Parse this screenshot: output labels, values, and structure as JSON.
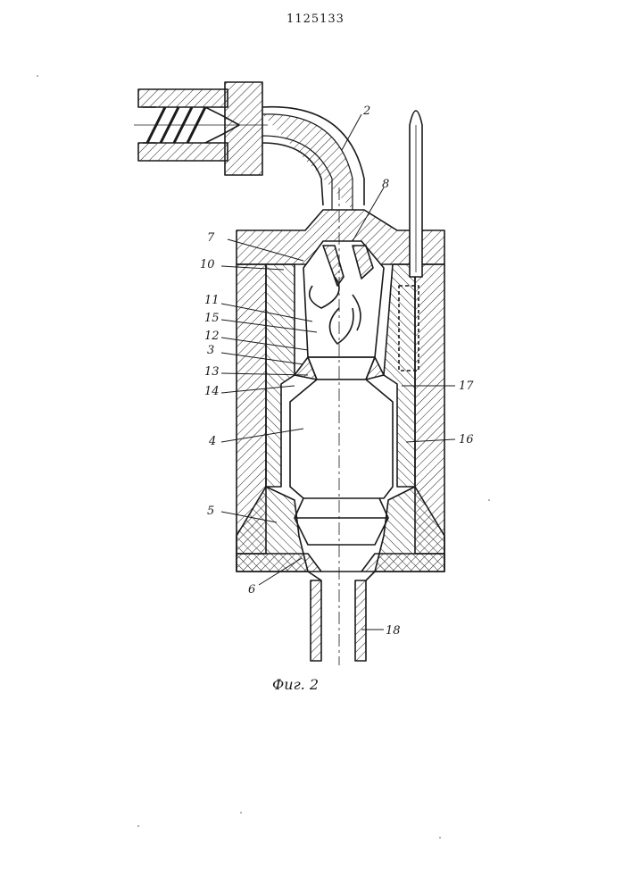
{
  "document": {
    "patent_number": "1125133",
    "figure_caption": "Фиг. 2"
  },
  "callouts": [
    {
      "id": "2",
      "label": "2"
    },
    {
      "id": "7",
      "label": "7"
    },
    {
      "id": "8",
      "label": "8"
    },
    {
      "id": "10",
      "label": "10"
    },
    {
      "id": "11",
      "label": "11"
    },
    {
      "id": "15",
      "label": "15"
    },
    {
      "id": "12",
      "label": "12"
    },
    {
      "id": "3",
      "label": "3"
    },
    {
      "id": "13",
      "label": "13"
    },
    {
      "id": "14",
      "label": "14"
    },
    {
      "id": "4",
      "label": "4"
    },
    {
      "id": "5",
      "label": "5"
    },
    {
      "id": "6",
      "label": "6"
    },
    {
      "id": "17",
      "label": "17"
    },
    {
      "id": "16",
      "label": "16"
    },
    {
      "id": "18",
      "label": "18"
    }
  ]
}
